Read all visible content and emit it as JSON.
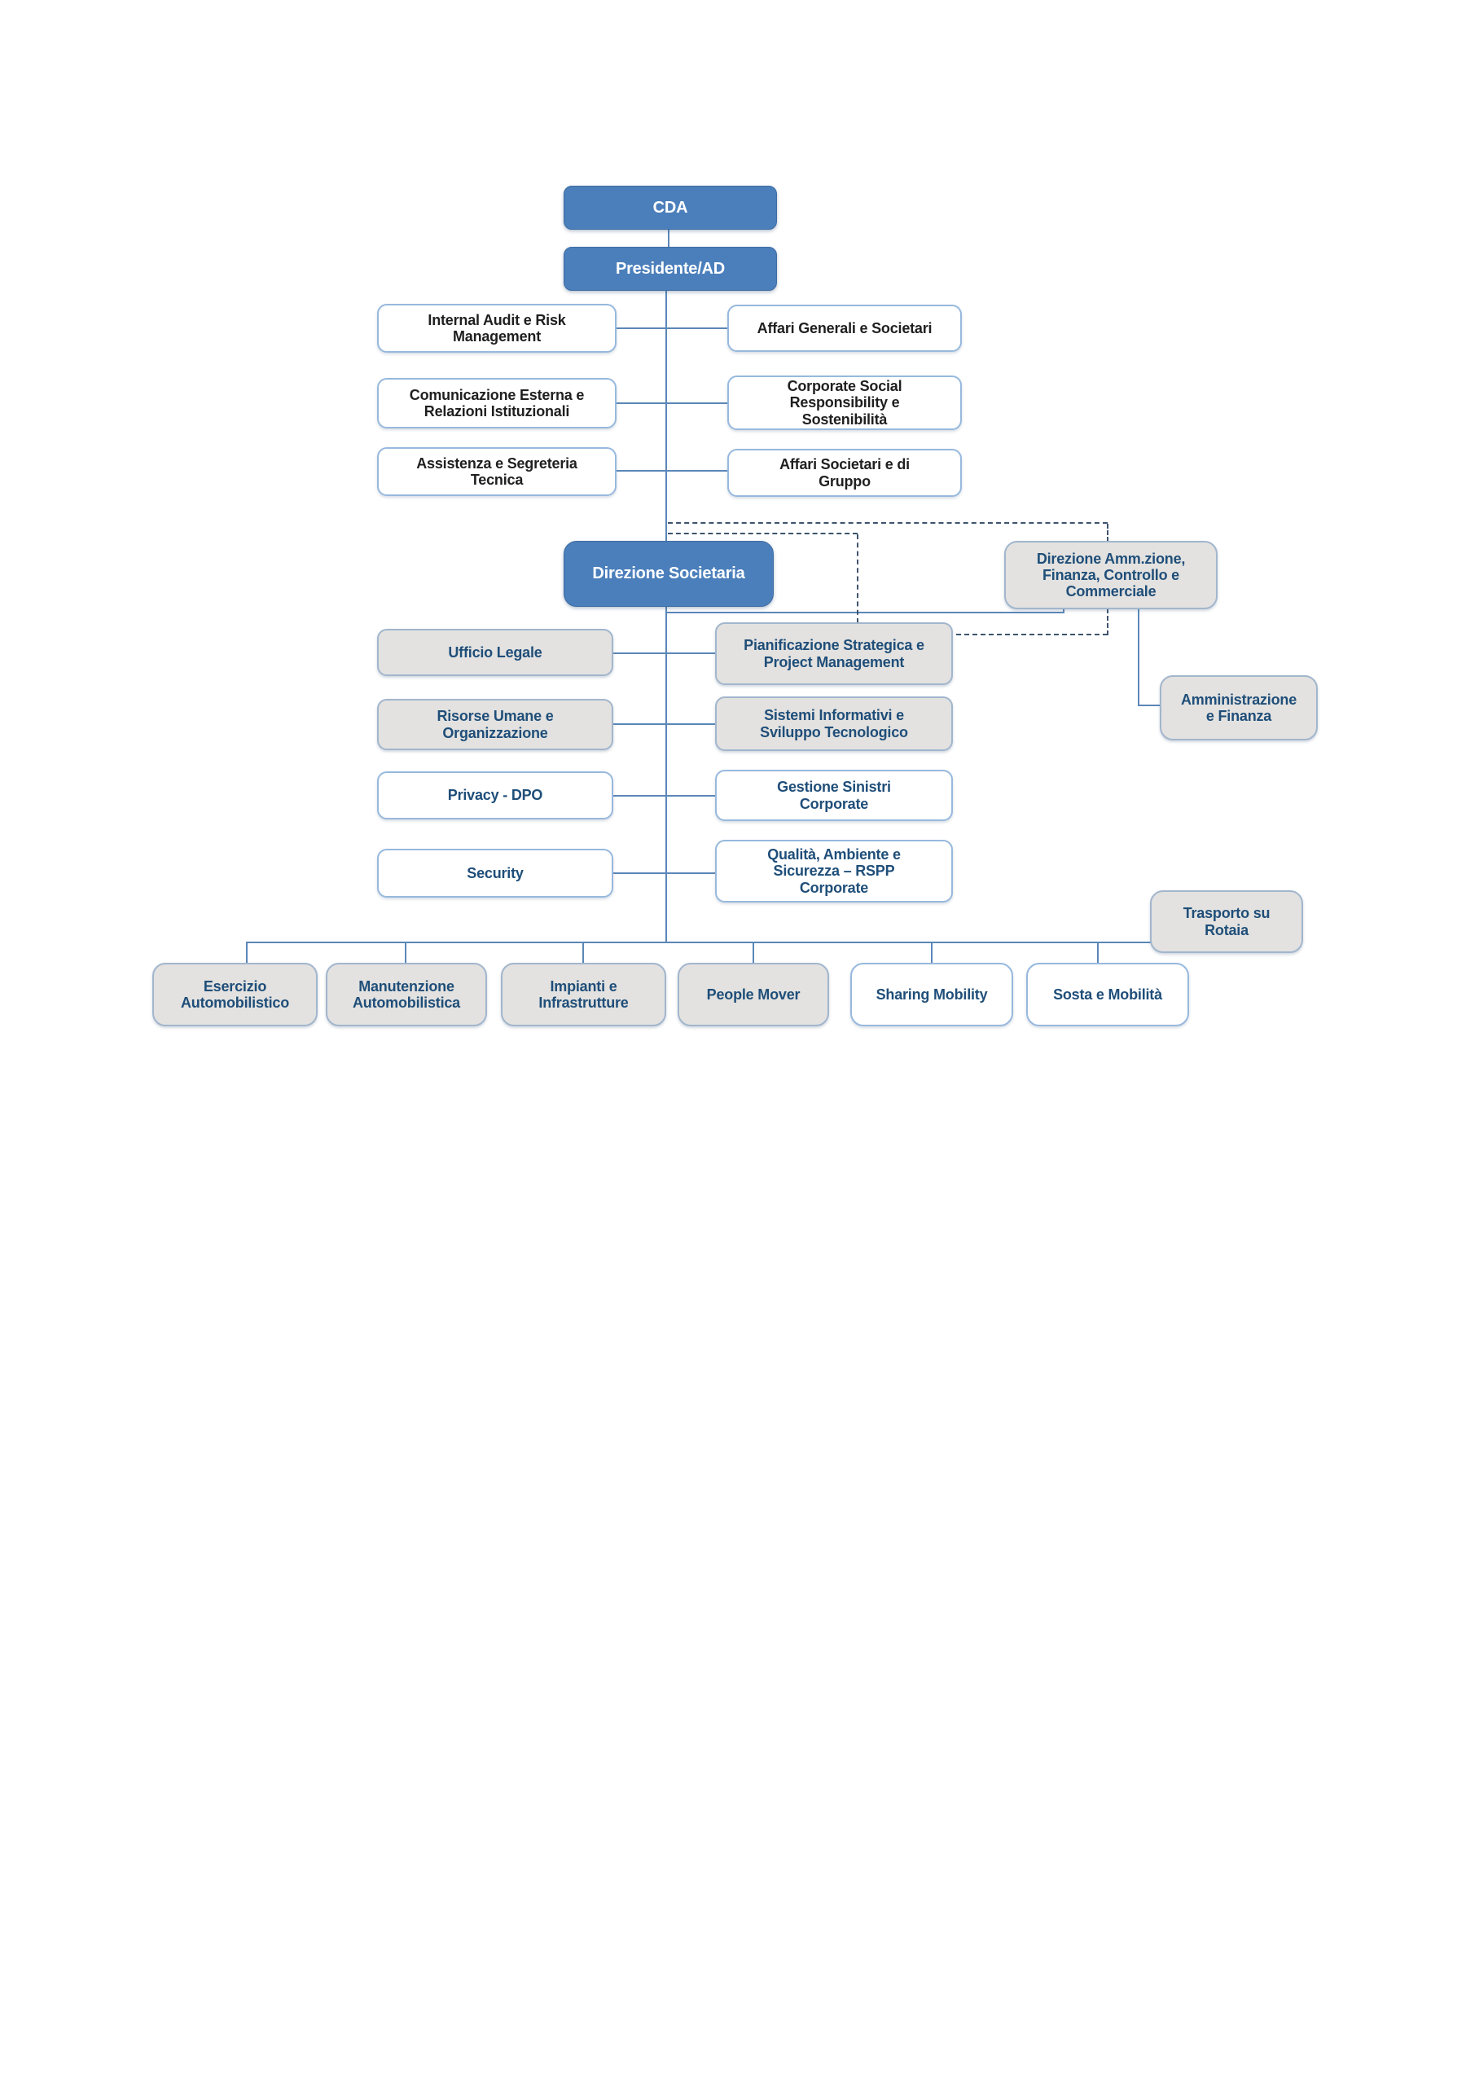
{
  "palette": {
    "primary_blue": "#4b7fbb",
    "primary_blue_dark": "#3e6ca3",
    "node_border_blue": "#97b9dd",
    "gray_fill": "#e3e2e0",
    "gray_border": "#a2b6cd",
    "connector": "#5b87b8",
    "dashed_connector": "#3e536f",
    "text_dark": "#1f1f1f",
    "text_navy": "#1f4e79",
    "page_bg": "#ffffff"
  },
  "org_chart": {
    "nodes": {
      "cda": {
        "label": "CDA"
      },
      "presidente_ad": {
        "label": "Presidente/AD"
      },
      "internal_audit": {
        "label": "Internal Audit e Risk\nManagement"
      },
      "affari_generali": {
        "label": "Affari Generali e Societari"
      },
      "comunicazione_esterna": {
        "label": "Comunicazione Esterna e\nRelazioni Istituzionali"
      },
      "corporate_social": {
        "label": "Corporate Social\nResponsibility e\nSostenibilità"
      },
      "assistenza_segreteria": {
        "label": "Assistenza e Segreteria\nTecnica"
      },
      "affari_societari_gruppo": {
        "label": "Affari Societari e di\nGruppo"
      },
      "direzione_societaria": {
        "label": "Direzione Societaria"
      },
      "direzione_amm": {
        "label": "Direzione Amm.zione,\nFinanza, Controllo e\nCommerciale"
      },
      "ufficio_legale": {
        "label": "Ufficio Legale"
      },
      "pianificazione_strategica": {
        "label": "Pianificazione Strategica e\nProject Management"
      },
      "risorse_umane": {
        "label": "Risorse Umane e\nOrganizzazione"
      },
      "sistemi_informativi": {
        "label": "Sistemi Informativi e\nSviluppo Tecnologico"
      },
      "amministrazione_finanza": {
        "label": "Amministrazione\ne Finanza"
      },
      "privacy_dpo": {
        "label": "Privacy - DPO"
      },
      "gestione_sinistri": {
        "label": "Gestione Sinistri\nCorporate"
      },
      "security": {
        "label": "Security"
      },
      "qualita_ambiente": {
        "label": "Qualità, Ambiente e\nSicurezza – RSPP\nCorporate"
      },
      "trasporto_rotaia": {
        "label": "Trasporto su\nRotaia"
      },
      "esercizio_automobilistico": {
        "label": "Esercizio\nAutomobilistico"
      },
      "manutenzione_automobilistica": {
        "label": "Manutenzione\nAutomobilistica"
      },
      "impianti_infrastrutture": {
        "label": "Impianti e\nInfrastrutture"
      },
      "people_mover": {
        "label": "People Mover"
      },
      "sharing_mobility": {
        "label": "Sharing Mobility"
      },
      "sosta_mobilita": {
        "label": "Sosta e Mobilità"
      }
    }
  }
}
